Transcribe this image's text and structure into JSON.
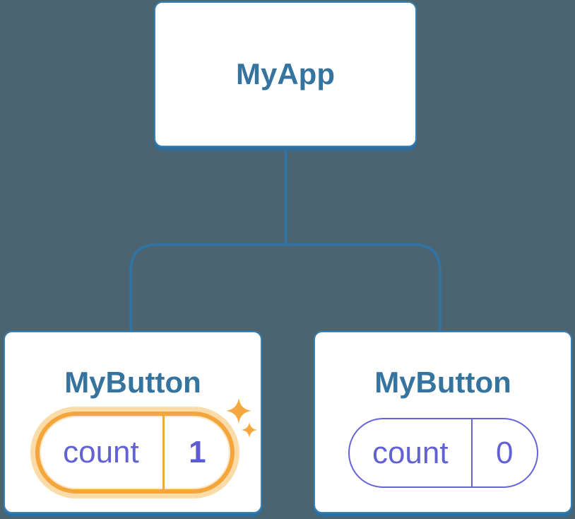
{
  "diagram": {
    "description": "React component tree diagram: MyApp root with two MyButton children holding count state",
    "root": {
      "label": "MyApp"
    },
    "children": [
      {
        "label": "MyButton",
        "state": {
          "name": "count",
          "value": "1"
        },
        "highlighted": true
      },
      {
        "label": "MyButton",
        "state": {
          "name": "count",
          "value": "0"
        },
        "highlighted": false
      }
    ],
    "colors": {
      "background": "#4A6471",
      "card_fill": "#FFFFFF",
      "card_border": "#3A80B2",
      "card_shadow": "#2D6E9E",
      "connector": "#2E74A6",
      "component_label": "#35749E",
      "state_text": "#6262D3",
      "state_pill_border": "#6565D8",
      "highlight_orange": "#F4A63C",
      "highlight_glow": "#FBDCA8",
      "sparkle": "#F5A840"
    }
  }
}
